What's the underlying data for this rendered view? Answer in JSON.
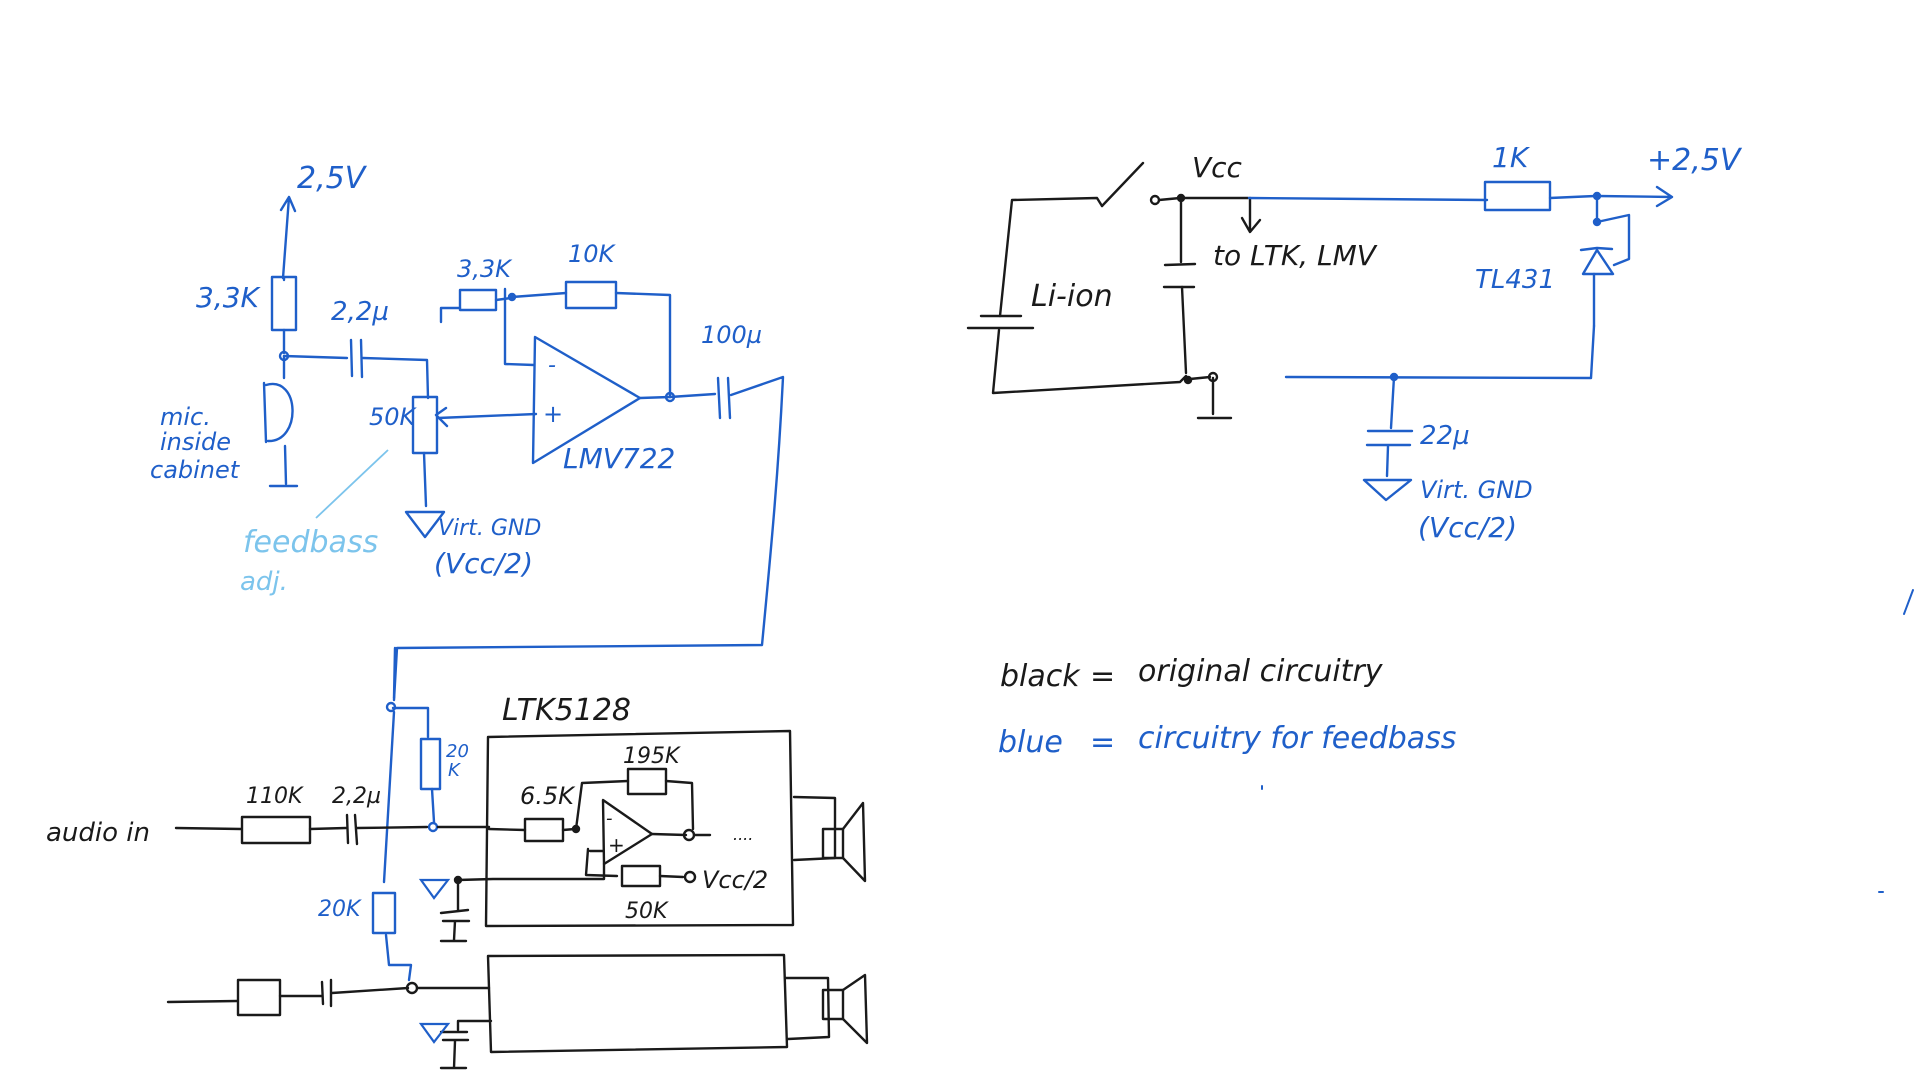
{
  "colors": {
    "original": "#1a1a1a",
    "feedbass": "#1f5fc9",
    "annotation": "#7cc4ec",
    "background": "#ffffff"
  },
  "mic_circuit": {
    "supply": "2,5V",
    "r_bias": "3,3K",
    "c_coupling": "2,2µ",
    "mic_label_1": "mic.",
    "mic_label_2": "inside",
    "mic_label_3": "cabinet",
    "pot": "50K",
    "r_in": "3,3K",
    "r_fb": "10K",
    "opamp_minus": "-",
    "opamp_plus": "+",
    "opamp": "LMV722",
    "c_out": "100µ",
    "vgnd_1": "Virt. GND",
    "vgnd_2": "(Vcc/2)"
  },
  "annotation": {
    "line_1": "feedbass",
    "line_2": "adj."
  },
  "power_circuit": {
    "vcc": "Vcc",
    "battery": "Li-ion",
    "to_label": "to LTK, LMV",
    "r_series": "1K",
    "out_voltage": "+2,5V",
    "regulator": "TL431",
    "c_vgnd": "22µ",
    "vgnd_1": "Virt. GND",
    "vgnd_2": "(Vcc/2)"
  },
  "amp": {
    "chip": "LTK5128",
    "r_20k_top_1": "20",
    "r_20k_top_2": "K",
    "r_in": "110K",
    "c_in": "2,2µ",
    "audio_in": "audio in",
    "r_65k": "6.5K",
    "r_195k": "195K",
    "r_50k": "50K",
    "vcc_half": "Vcc/2",
    "r_20k_bottom": "20K",
    "dots": "....",
    "opamp_minus": "-",
    "opamp_plus": "+"
  },
  "legend": {
    "black_key": "black",
    "black_eq": "=",
    "black_desc": "original circuitry",
    "blue_key": "blue",
    "blue_eq": "=",
    "blue_desc": "circuitry for feedbass"
  }
}
